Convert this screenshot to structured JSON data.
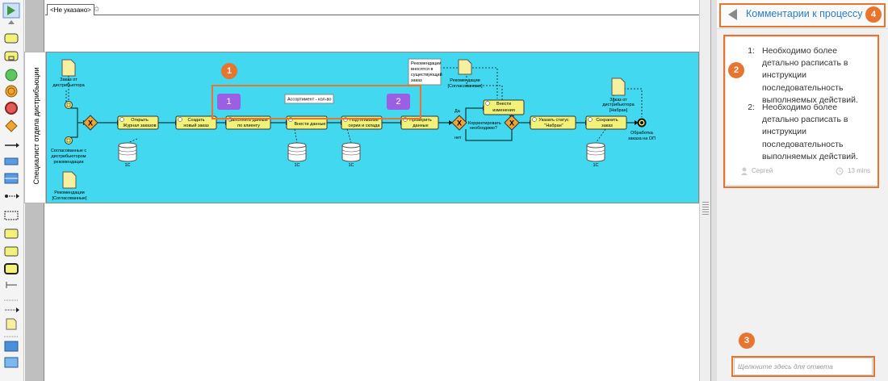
{
  "canvas": {
    "tab_label": "<Не указано>",
    "add_tab_label": "✩"
  },
  "pool": {
    "lane_label": "Специалист отдела дистрибьюции"
  },
  "diagram": {
    "tasks": [
      {
        "id": "t1",
        "label": [
          "Открыть",
          "Журнал заказов"
        ]
      },
      {
        "id": "t2",
        "label": [
          "Создать",
          "новый заказ"
        ]
      },
      {
        "id": "t3",
        "label": [
          "Заполнить данные",
          "по клиенту"
        ]
      },
      {
        "id": "t4",
        "label": [
          "Внести данные"
        ]
      },
      {
        "id": "t5",
        "label": [
          "Подтягивание",
          "серии и склада"
        ]
      },
      {
        "id": "t6",
        "label": [
          "Проверить",
          "данные"
        ]
      },
      {
        "id": "t7",
        "label": [
          "Внести",
          "изменения"
        ]
      },
      {
        "id": "t8",
        "label": [
          "Указать статус",
          "\"Набран\""
        ]
      },
      {
        "id": "t9",
        "label": [
          "Сохранить",
          "заказ"
        ]
      }
    ],
    "documents": [
      {
        "label": [
          "Заказ от",
          "дистрибьютора"
        ]
      },
      {
        "label": [
          "Рекомендации",
          "[Согласованные]"
        ]
      },
      {
        "label": [
          "Рекомендации",
          "[Согласованные]"
        ]
      },
      {
        "label": [
          "Заказ от",
          "дистрибьютора",
          "[Набран]"
        ]
      }
    ],
    "data_stores": [
      "1С",
      "1С",
      "1С",
      "1С"
    ],
    "gateway_symbol": "X",
    "labels": {
      "ready": [
        "Согласованные с",
        "дистрибьютором",
        "рекомендации"
      ],
      "da": "Да",
      "net": "нет",
      "check_q": [
        "Корректировать",
        "необходимо?"
      ],
      "end": [
        "Обработка",
        "заказа на ОП"
      ],
      "note_top": [
        "Рекомендации",
        "вносятся в",
        "существующий",
        "заказ"
      ],
      "note_mid": "Ассортимент - кол-во"
    }
  },
  "markers": {
    "badge1": "1",
    "badge2": "2",
    "badge3": "3",
    "badge4": "4",
    "bubble1": "1",
    "bubble2": "2"
  },
  "panel": {
    "title": "Комментарии к процессу",
    "comments": [
      {
        "num": "1:",
        "text": "Необходимо более детально расписать в инструкции последовательность выполняемых действий."
      },
      {
        "num": "2:",
        "text": "Необходимо более детально расписать в инструкции последовательность выполняемых действий."
      }
    ],
    "author": "Сергей",
    "time": "13 mins",
    "reply_placeholder": "Щелкните здесь для ответа"
  },
  "colors": {
    "lane": "#42d9f0",
    "task": "#f2f27a",
    "gateway": "#f0a530",
    "accent": "#e8742e",
    "bubble": "#9c5fe3",
    "link": "#2b7ec1"
  }
}
